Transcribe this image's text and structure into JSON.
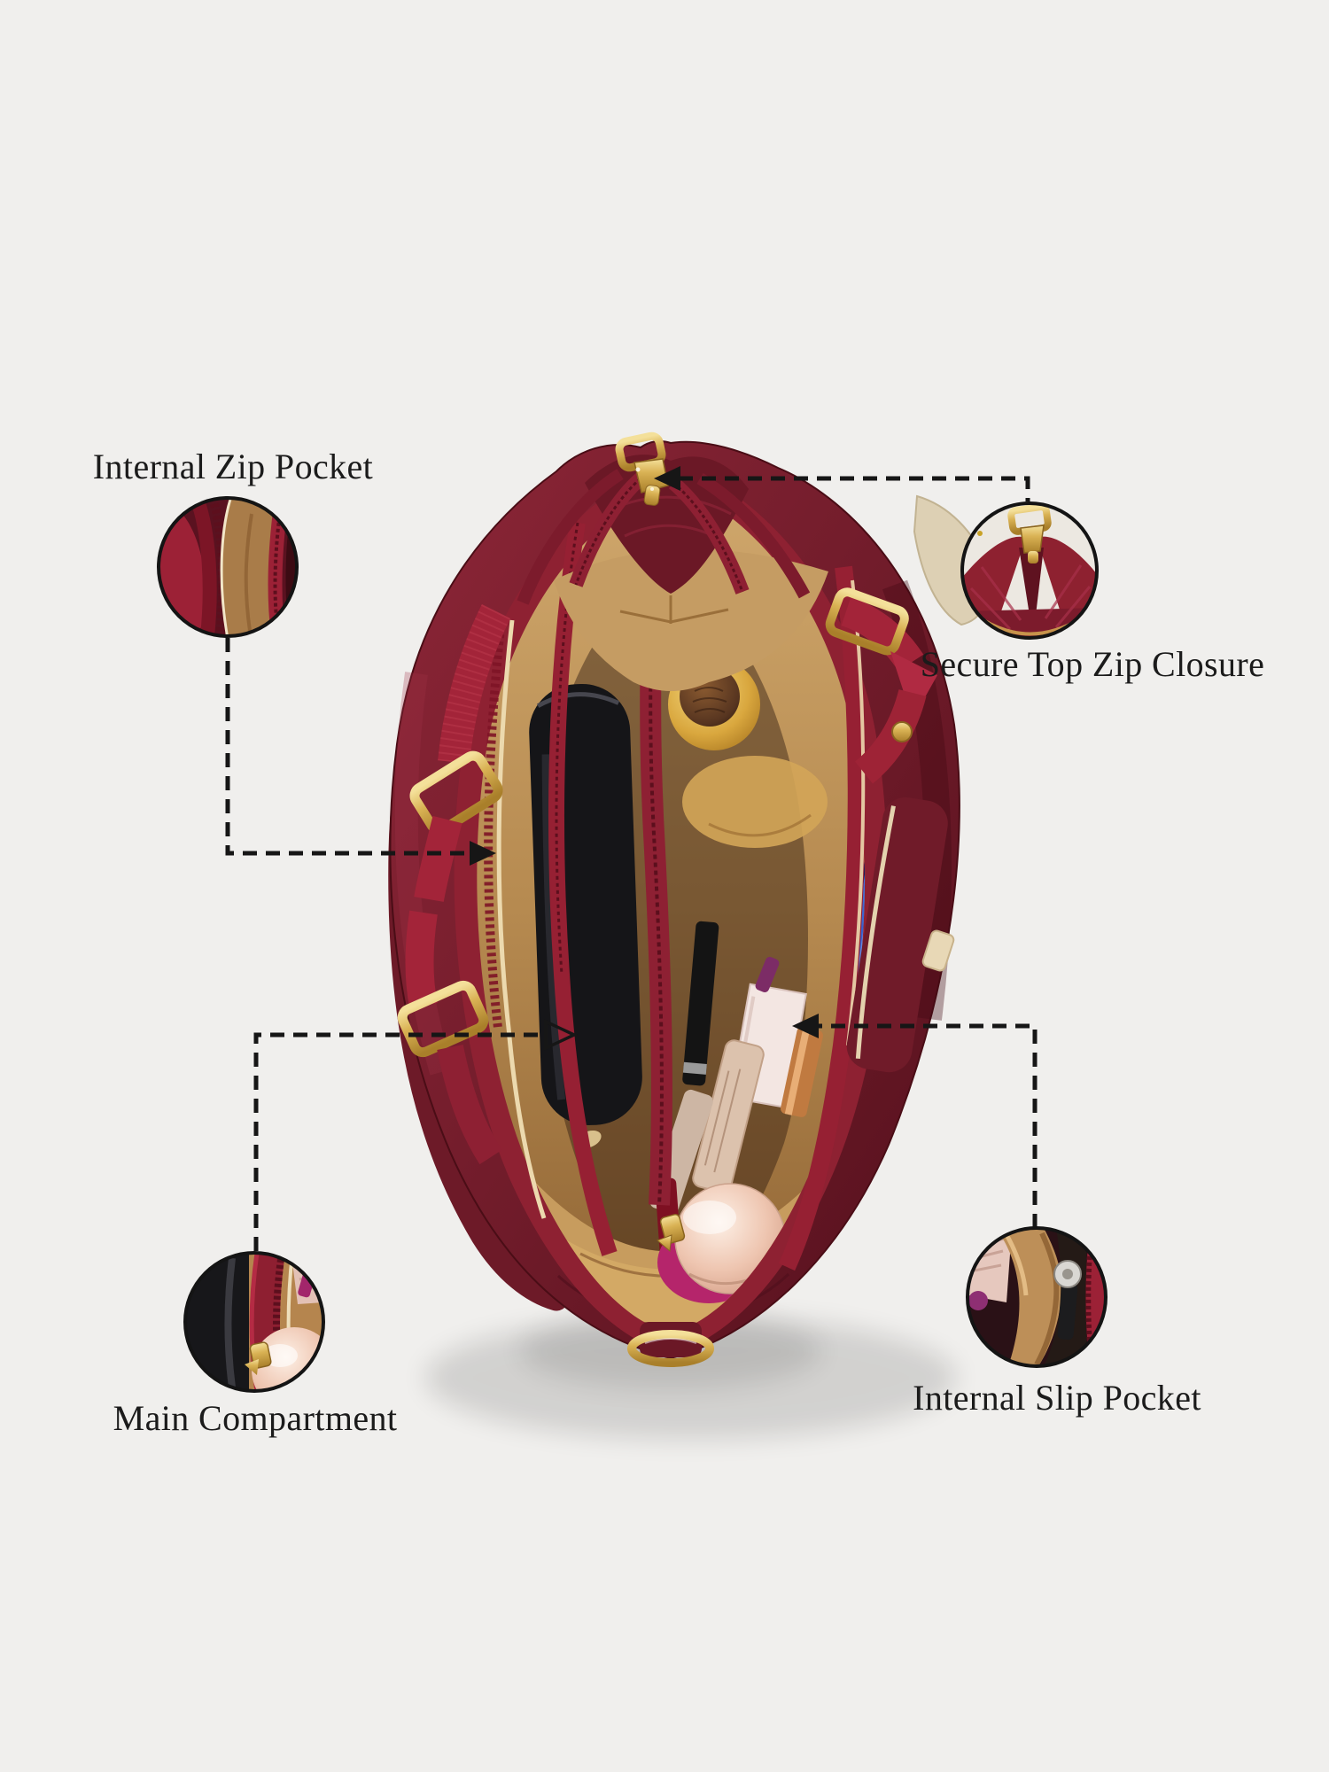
{
  "image": {
    "kind": "product-feature-annotation",
    "subject": "Top view of an open maroon hand bag with tan lining, contents visible, annotated with four magnifier callouts",
    "background_color": "#f0efed",
    "text_color": "#1b1b1b",
    "connector_line_color": "#161616"
  },
  "callouts": {
    "internal_zip_pocket": {
      "label": "Internal Zip Pocket"
    },
    "secure_top_zip_closure": {
      "label": "Secure Top Zip Closure"
    },
    "main_compartment": {
      "label": "Main Compartment"
    },
    "internal_slip_pocket": {
      "label": "Internal Slip Pocket"
    }
  },
  "style": {
    "bg": "#f0efed",
    "text": "#1b1b1b",
    "line": "#161616"
  },
  "palette": {
    "leather_maroon": "#741d2c",
    "leather_dark": "#54101c",
    "strap_red": "#a32439",
    "zip_tape_red": "#8e2033",
    "lining_tan": "#b68a50",
    "lining_cream": "#ecd9ae",
    "hardware_gold": "#d9b254",
    "wallet_black": "#151518",
    "phone_blue": "#2e56c8",
    "compact_rose_gold": "#eec5b0",
    "amber_item": "#d9a73e",
    "accent_magenta": "#b5256b"
  }
}
